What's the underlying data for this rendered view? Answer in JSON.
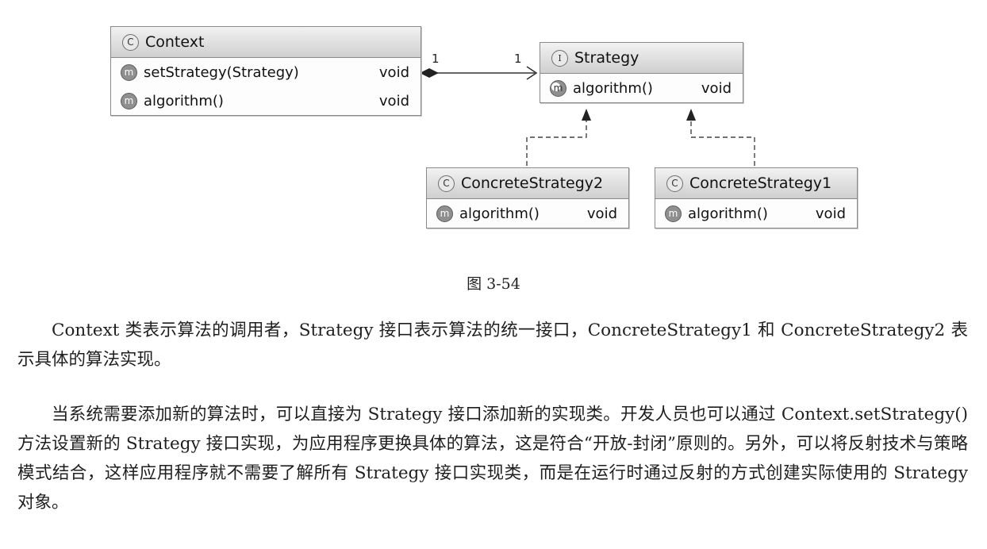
{
  "diagram": {
    "context": {
      "name": "Context",
      "stereotype": "C",
      "members": [
        {
          "badge": "m",
          "name": "setStrategy(Strategy)",
          "type": "void"
        },
        {
          "badge": "m",
          "name": "algorithm()",
          "type": "void"
        }
      ]
    },
    "strategy": {
      "name": "Strategy",
      "stereotype": "I",
      "members": [
        {
          "badge": "m",
          "name": "algorithm()",
          "type": "void"
        }
      ]
    },
    "concrete2": {
      "name": "ConcreteStrategy2",
      "stereotype": "C",
      "members": [
        {
          "badge": "m",
          "name": "algorithm()",
          "type": "void"
        }
      ]
    },
    "concrete1": {
      "name": "ConcreteStrategy1",
      "stereotype": "C",
      "members": [
        {
          "badge": "m",
          "name": "algorithm()",
          "type": "void"
        }
      ]
    },
    "association": {
      "source_multiplicity": "1",
      "target_multiplicity": "1"
    }
  },
  "caption": "图 3-54",
  "paragraphs": [
    "Context 类表示算法的调用者，Strategy 接口表示算法的统一接口，ConcreteStrategy1 和 ConcreteStrategy2 表示具体的算法实现。",
    "当系统需要添加新的算法时，可以直接为 Strategy 接口添加新的实现类。开发人员也可以通过 Context.setStrategy()方法设置新的 Strategy 接口实现，为应用程序更换具体的算法，这是符合“开放-封闭”原则的。另外，可以将反射技术与策略模式结合，这样应用程序就不需要了解所有 Strategy 接口实现类，而是在运行时通过反射的方式创建实际使用的 Strategy 对象。"
  ]
}
